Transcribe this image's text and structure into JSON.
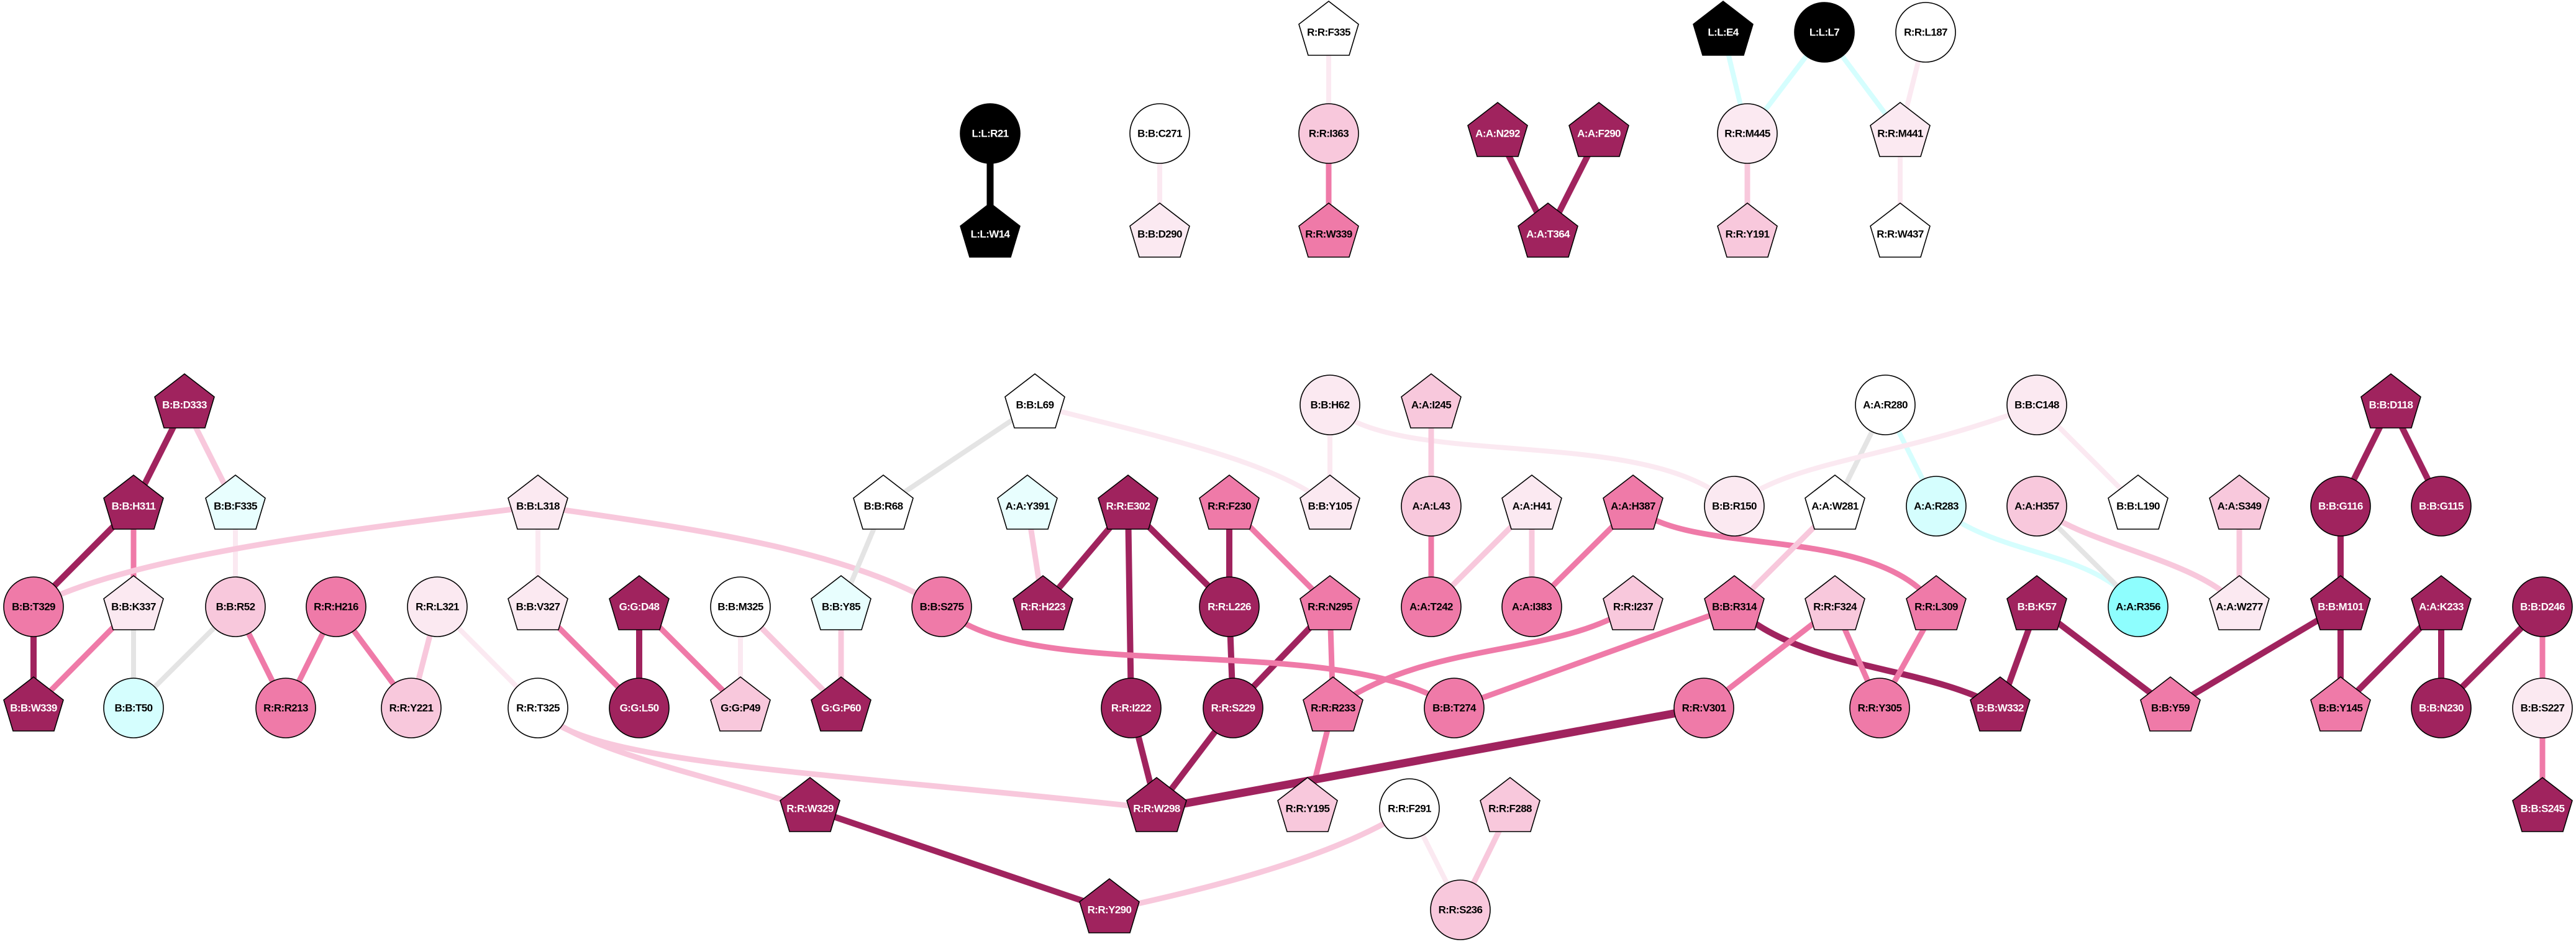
{
  "palette": {
    "dark": "#a0235e",
    "mid": "#ef7aa8",
    "pink": "#f8c8dc",
    "light": "#fbe9f1",
    "white": "#ffffff",
    "cyanlight": "#e8fefe",
    "cyan": "#d5fefe",
    "cyanbright": "#8efefe",
    "black": "#000000",
    "gray": "#e4e4e4"
  },
  "nodes": [
    {
      "id": "L:L:R21",
      "shape": "circle",
      "color": "black"
    },
    {
      "id": "L:L:W14",
      "shape": "pentagon",
      "color": "black"
    },
    {
      "id": "B:B:C271",
      "shape": "circle",
      "color": "white"
    },
    {
      "id": "B:B:D290",
      "shape": "pentagon",
      "color": "light"
    },
    {
      "id": "R:R:F335",
      "shape": "pentagon",
      "color": "white"
    },
    {
      "id": "R:R:I363",
      "shape": "circle",
      "color": "pink"
    },
    {
      "id": "R:R:W339",
      "shape": "pentagon",
      "color": "mid"
    },
    {
      "id": "A:A:N292",
      "shape": "pentagon",
      "color": "dark"
    },
    {
      "id": "A:A:F290",
      "shape": "pentagon",
      "color": "dark"
    },
    {
      "id": "A:A:T364",
      "shape": "pentagon",
      "color": "dark"
    },
    {
      "id": "L:L:E4",
      "shape": "pentagon",
      "color": "black"
    },
    {
      "id": "L:L:L7",
      "shape": "circle",
      "color": "black"
    },
    {
      "id": "R:R:L187",
      "shape": "circle",
      "color": "white"
    },
    {
      "id": "R:R:M445",
      "shape": "circle",
      "color": "light"
    },
    {
      "id": "R:R:M441",
      "shape": "pentagon",
      "color": "light"
    },
    {
      "id": "R:R:Y191",
      "shape": "pentagon",
      "color": "pink"
    },
    {
      "id": "R:R:W437",
      "shape": "pentagon",
      "color": "white"
    },
    {
      "id": "B:B:D333",
      "shape": "pentagon",
      "color": "dark"
    },
    {
      "id": "B:B:H311",
      "shape": "pentagon",
      "color": "dark"
    },
    {
      "id": "B:B:F335",
      "shape": "pentagon",
      "color": "cyanlight"
    },
    {
      "id": "B:B:L318",
      "shape": "pentagon",
      "color": "light"
    },
    {
      "id": "B:B:T329",
      "shape": "circle",
      "color": "mid"
    },
    {
      "id": "B:B:K337",
      "shape": "pentagon",
      "color": "light"
    },
    {
      "id": "B:B:R52",
      "shape": "circle",
      "color": "pink"
    },
    {
      "id": "R:R:H216",
      "shape": "circle",
      "color": "mid"
    },
    {
      "id": "R:R:L321",
      "shape": "circle",
      "color": "light"
    },
    {
      "id": "B:B:V327",
      "shape": "pentagon",
      "color": "light"
    },
    {
      "id": "G:G:D48",
      "shape": "pentagon",
      "color": "dark"
    },
    {
      "id": "B:B:M325",
      "shape": "circle",
      "color": "white"
    },
    {
      "id": "B:B:Y85",
      "shape": "pentagon",
      "color": "cyanlight"
    },
    {
      "id": "B:B:W339",
      "shape": "pentagon",
      "color": "dark"
    },
    {
      "id": "B:B:T50",
      "shape": "circle",
      "color": "cyan"
    },
    {
      "id": "R:R:R213",
      "shape": "circle",
      "color": "mid"
    },
    {
      "id": "R:R:Y221",
      "shape": "circle",
      "color": "pink"
    },
    {
      "id": "R:R:T325",
      "shape": "circle",
      "color": "white"
    },
    {
      "id": "G:G:L50",
      "shape": "circle",
      "color": "dark"
    },
    {
      "id": "G:G:P49",
      "shape": "pentagon",
      "color": "pink"
    },
    {
      "id": "G:G:P60",
      "shape": "pentagon",
      "color": "dark"
    },
    {
      "id": "R:R:W329",
      "shape": "pentagon",
      "color": "dark"
    },
    {
      "id": "B:B:L69",
      "shape": "pentagon",
      "color": "white"
    },
    {
      "id": "B:B:H62",
      "shape": "circle",
      "color": "light"
    },
    {
      "id": "A:A:I245",
      "shape": "pentagon",
      "color": "pink"
    },
    {
      "id": "B:B:R68",
      "shape": "pentagon",
      "color": "white"
    },
    {
      "id": "A:A:Y391",
      "shape": "pentagon",
      "color": "cyanlight"
    },
    {
      "id": "R:R:E302",
      "shape": "pentagon",
      "color": "dark"
    },
    {
      "id": "R:R:F230",
      "shape": "pentagon",
      "color": "mid"
    },
    {
      "id": "B:B:Y105",
      "shape": "pentagon",
      "color": "light"
    },
    {
      "id": "A:A:L43",
      "shape": "circle",
      "color": "pink"
    },
    {
      "id": "A:A:H41",
      "shape": "pentagon",
      "color": "light"
    },
    {
      "id": "A:A:H387",
      "shape": "pentagon",
      "color": "mid"
    },
    {
      "id": "B:B:S275",
      "shape": "circle",
      "color": "mid"
    },
    {
      "id": "R:R:H223",
      "shape": "pentagon",
      "color": "dark"
    },
    {
      "id": "R:R:L226",
      "shape": "circle",
      "color": "dark"
    },
    {
      "id": "R:R:N295",
      "shape": "pentagon",
      "color": "mid"
    },
    {
      "id": "A:A:T242",
      "shape": "circle",
      "color": "mid"
    },
    {
      "id": "A:A:I383",
      "shape": "circle",
      "color": "mid"
    },
    {
      "id": "R:R:I237",
      "shape": "pentagon",
      "color": "pink"
    },
    {
      "id": "R:R:I222",
      "shape": "circle",
      "color": "dark"
    },
    {
      "id": "R:R:S229",
      "shape": "circle",
      "color": "dark"
    },
    {
      "id": "R:R:R233",
      "shape": "pentagon",
      "color": "mid"
    },
    {
      "id": "B:B:T274",
      "shape": "circle",
      "color": "mid"
    },
    {
      "id": "R:R:V301",
      "shape": "circle",
      "color": "mid"
    },
    {
      "id": "R:R:W298",
      "shape": "pentagon",
      "color": "dark"
    },
    {
      "id": "R:R:Y195",
      "shape": "pentagon",
      "color": "pink"
    },
    {
      "id": "R:R:F291",
      "shape": "circle",
      "color": "white"
    },
    {
      "id": "R:R:F288",
      "shape": "pentagon",
      "color": "pink"
    },
    {
      "id": "R:R:Y290",
      "shape": "pentagon",
      "color": "dark"
    },
    {
      "id": "R:R:S236",
      "shape": "circle",
      "color": "pink"
    },
    {
      "id": "A:A:R280",
      "shape": "circle",
      "color": "white"
    },
    {
      "id": "B:B:C148",
      "shape": "circle",
      "color": "light"
    },
    {
      "id": "B:B:D118",
      "shape": "pentagon",
      "color": "dark"
    },
    {
      "id": "B:B:R150",
      "shape": "circle",
      "color": "light"
    },
    {
      "id": "A:A:W281",
      "shape": "pentagon",
      "color": "white"
    },
    {
      "id": "A:A:R283",
      "shape": "circle",
      "color": "cyan"
    },
    {
      "id": "A:A:H357",
      "shape": "circle",
      "color": "pink"
    },
    {
      "id": "B:B:L190",
      "shape": "pentagon",
      "color": "white"
    },
    {
      "id": "A:A:S349",
      "shape": "pentagon",
      "color": "pink"
    },
    {
      "id": "B:B:G116",
      "shape": "circle",
      "color": "dark"
    },
    {
      "id": "B:B:G115",
      "shape": "circle",
      "color": "dark"
    },
    {
      "id": "B:B:R314",
      "shape": "pentagon",
      "color": "mid"
    },
    {
      "id": "R:R:F324",
      "shape": "pentagon",
      "color": "pink"
    },
    {
      "id": "R:R:L309",
      "shape": "pentagon",
      "color": "mid"
    },
    {
      "id": "B:B:K57",
      "shape": "pentagon",
      "color": "dark"
    },
    {
      "id": "A:A:R356",
      "shape": "circle",
      "color": "cyanbright"
    },
    {
      "id": "A:A:W277",
      "shape": "pentagon",
      "color": "light"
    },
    {
      "id": "B:B:M101",
      "shape": "pentagon",
      "color": "dark"
    },
    {
      "id": "A:A:K233",
      "shape": "pentagon",
      "color": "dark"
    },
    {
      "id": "B:B:D246",
      "shape": "circle",
      "color": "dark"
    },
    {
      "id": "R:R:Y305",
      "shape": "circle",
      "color": "mid"
    },
    {
      "id": "B:B:W332",
      "shape": "pentagon",
      "color": "dark"
    },
    {
      "id": "B:B:Y59",
      "shape": "pentagon",
      "color": "mid"
    },
    {
      "id": "B:B:Y145",
      "shape": "pentagon",
      "color": "mid"
    },
    {
      "id": "B:B:N230",
      "shape": "circle",
      "color": "dark"
    },
    {
      "id": "B:B:S227",
      "shape": "circle",
      "color": "light"
    },
    {
      "id": "B:B:S245",
      "shape": "pentagon",
      "color": "dark"
    }
  ],
  "edges": [
    [
      "L:L:R21",
      "L:L:W14",
      "black"
    ],
    [
      "B:B:C271",
      "B:B:D290",
      "light"
    ],
    [
      "R:R:F335",
      "R:R:I363",
      "light"
    ],
    [
      "R:R:I363",
      "R:R:W339",
      "mid"
    ],
    [
      "A:A:N292",
      "A:A:T364",
      "dark"
    ],
    [
      "A:A:F290",
      "A:A:T364",
      "dark"
    ],
    [
      "L:L:E4",
      "R:R:M445",
      "cyan"
    ],
    [
      "L:L:L7",
      "R:R:M445",
      "cyan"
    ],
    [
      "L:L:L7",
      "R:R:M441",
      "cyan"
    ],
    [
      "R:R:L187",
      "R:R:M441",
      "light"
    ],
    [
      "R:R:M445",
      "R:R:Y191",
      "pink"
    ],
    [
      "R:R:M441",
      "R:R:W437",
      "light"
    ],
    [
      "B:B:D333",
      "B:B:H311",
      "dark"
    ],
    [
      "B:B:D333",
      "B:B:F335",
      "pink"
    ],
    [
      "B:B:H311",
      "B:B:T329",
      "dark"
    ],
    [
      "B:B:H311",
      "B:B:K337",
      "mid"
    ],
    [
      "B:B:F335",
      "B:B:R52",
      "light"
    ],
    [
      "B:B:L318",
      "B:B:T329",
      "pink"
    ],
    [
      "B:B:L318",
      "B:B:S275",
      "pink"
    ],
    [
      "B:B:L318",
      "B:B:V327",
      "light"
    ],
    [
      "B:B:T329",
      "B:B:W339",
      "dark"
    ],
    [
      "B:B:K337",
      "B:B:W339",
      "mid"
    ],
    [
      "B:B:K337",
      "B:B:T50",
      "gray"
    ],
    [
      "B:B:R52",
      "B:B:T50",
      "gray"
    ],
    [
      "B:B:R52",
      "R:R:R213",
      "mid"
    ],
    [
      "R:R:H216",
      "R:R:R213",
      "mid"
    ],
    [
      "R:R:H216",
      "R:R:Y221",
      "mid"
    ],
    [
      "R:R:L321",
      "R:R:Y221",
      "pink"
    ],
    [
      "R:R:L321",
      "R:R:T325",
      "light"
    ],
    [
      "B:B:V327",
      "G:G:L50",
      "mid"
    ],
    [
      "G:G:D48",
      "G:G:L50",
      "dark"
    ],
    [
      "G:G:D48",
      "G:G:P49",
      "mid"
    ],
    [
      "B:B:M325",
      "G:G:P49",
      "light"
    ],
    [
      "B:B:M325",
      "G:G:P60",
      "pink"
    ],
    [
      "B:B:Y85",
      "G:G:P60",
      "pink"
    ],
    [
      "B:B:R68",
      "B:B:Y85",
      "gray"
    ],
    [
      "B:B:L69",
      "B:B:R68",
      "gray"
    ],
    [
      "B:B:L69",
      "B:B:Y105",
      "light"
    ],
    [
      "R:R:T325",
      "R:R:W329",
      "pink"
    ],
    [
      "R:R:T325",
      "R:R:W298",
      "pink"
    ],
    [
      "R:R:W329",
      "R:R:Y290",
      "dark"
    ],
    [
      "A:A:Y391",
      "R:R:H223",
      "pink"
    ],
    [
      "R:R:E302",
      "R:R:H223",
      "dark"
    ],
    [
      "R:R:E302",
      "R:R:I222",
      "dark"
    ],
    [
      "R:R:E302",
      "R:R:L226",
      "dark"
    ],
    [
      "R:R:F230",
      "R:R:L226",
      "dark"
    ],
    [
      "R:R:F230",
      "R:R:N295",
      "mid"
    ],
    [
      "R:R:L226",
      "R:R:S229",
      "dark"
    ],
    [
      "R:R:N295",
      "R:R:S229",
      "dark"
    ],
    [
      "R:R:N295",
      "R:R:R233",
      "mid"
    ],
    [
      "R:R:I222",
      "R:R:W298",
      "dark"
    ],
    [
      "R:R:S229",
      "R:R:W298",
      "dark"
    ],
    [
      "R:R:R233",
      "R:R:Y195",
      "mid"
    ],
    [
      "R:R:I237",
      "R:R:R233",
      "mid"
    ],
    [
      "B:B:S275",
      "B:B:T274",
      "mid"
    ],
    [
      "B:B:R314",
      "B:B:T274",
      "mid"
    ],
    [
      "R:R:V301",
      "R:R:W298",
      "dark"
    ],
    [
      "B:B:H62",
      "B:B:Y105",
      "light"
    ],
    [
      "B:B:H62",
      "B:B:R150",
      "light"
    ],
    [
      "A:A:I245",
      "A:A:L43",
      "pink"
    ],
    [
      "A:A:L43",
      "A:A:T242",
      "mid"
    ],
    [
      "A:A:H41",
      "A:A:T242",
      "pink"
    ],
    [
      "A:A:H41",
      "A:A:I383",
      "pink"
    ],
    [
      "A:A:H387",
      "A:A:I383",
      "mid"
    ],
    [
      "A:A:H387",
      "R:R:L309",
      "mid"
    ],
    [
      "R:R:F291",
      "R:R:Y290",
      "pink"
    ],
    [
      "R:R:F291",
      "R:R:S236",
      "light"
    ],
    [
      "R:R:F288",
      "R:R:S236",
      "pink"
    ],
    [
      "A:A:R280",
      "A:A:W281",
      "gray"
    ],
    [
      "A:A:R280",
      "A:A:R283",
      "cyan"
    ],
    [
      "B:B:C148",
      "B:B:R150",
      "light"
    ],
    [
      "B:B:C148",
      "B:B:L190",
      "light"
    ],
    [
      "A:A:W281",
      "B:B:R314",
      "pink"
    ],
    [
      "A:A:R283",
      "A:A:R356",
      "cyan"
    ],
    [
      "A:A:H357",
      "A:A:R356",
      "gray"
    ],
    [
      "A:A:H357",
      "A:A:W277",
      "pink"
    ],
    [
      "A:A:S349",
      "A:A:W277",
      "pink"
    ],
    [
      "B:B:R314",
      "B:B:W332",
      "dark"
    ],
    [
      "R:R:F324",
      "R:R:V301",
      "mid"
    ],
    [
      "R:R:F324",
      "R:R:Y305",
      "mid"
    ],
    [
      "R:R:L309",
      "R:R:Y305",
      "mid"
    ],
    [
      "B:B:K57",
      "B:B:W332",
      "dark"
    ],
    [
      "B:B:K57",
      "B:B:Y59",
      "dark"
    ],
    [
      "B:B:M101",
      "B:B:Y59",
      "dark"
    ],
    [
      "B:B:D118",
      "B:B:G116",
      "dark"
    ],
    [
      "B:B:D118",
      "B:B:G115",
      "dark"
    ],
    [
      "B:B:G116",
      "B:B:M101",
      "dark"
    ],
    [
      "B:B:M101",
      "B:B:Y145",
      "dark"
    ],
    [
      "A:A:K233",
      "B:B:Y145",
      "dark"
    ],
    [
      "A:A:K233",
      "B:B:N230",
      "dark"
    ],
    [
      "B:B:D246",
      "B:B:N230",
      "dark"
    ],
    [
      "B:B:D246",
      "B:B:S227",
      "mid"
    ],
    [
      "B:B:S227",
      "B:B:S245",
      "mid"
    ]
  ]
}
